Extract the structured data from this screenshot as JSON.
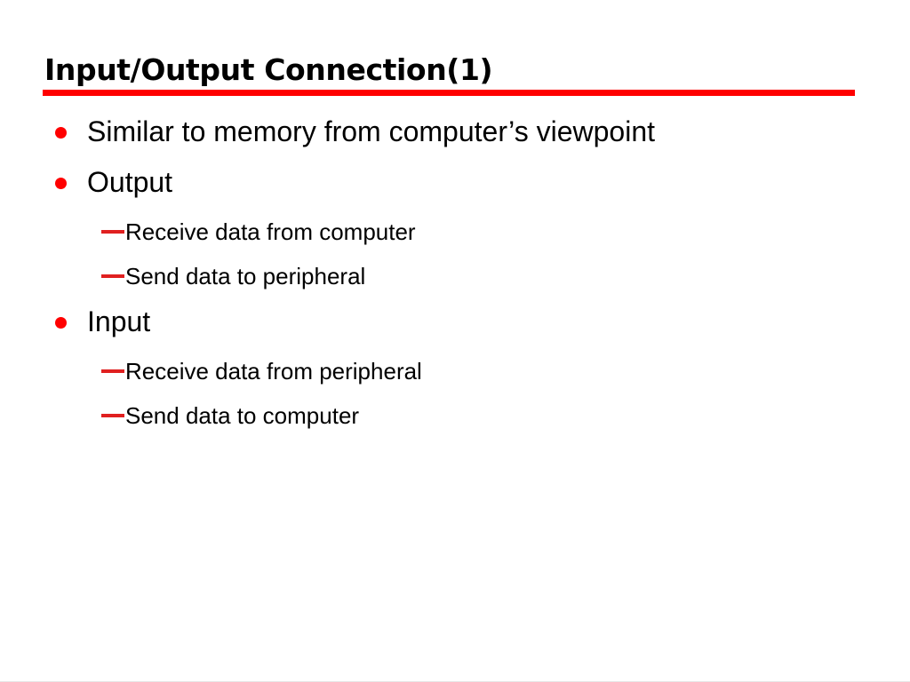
{
  "slide": {
    "title": "Input/Output Connection(1)",
    "accent_color": "#FF0000",
    "text_color": "#000000",
    "background_color": "#FFFFFF",
    "bullet_marker": "round-red-dot",
    "sub_bullet_marker": "red-em-dash",
    "content": [
      {
        "level": 1,
        "text": "Similar to memory from computer’s viewpoint"
      },
      {
        "level": 1,
        "text": "Output"
      },
      {
        "level": 2,
        "text": "Receive data from computer"
      },
      {
        "level": 2,
        "text": "Send data to peripheral"
      },
      {
        "level": 1,
        "text": "Input"
      },
      {
        "level": 2,
        "text": "Receive data from peripheral"
      },
      {
        "level": 2,
        "text": "Send data to computer"
      }
    ]
  }
}
